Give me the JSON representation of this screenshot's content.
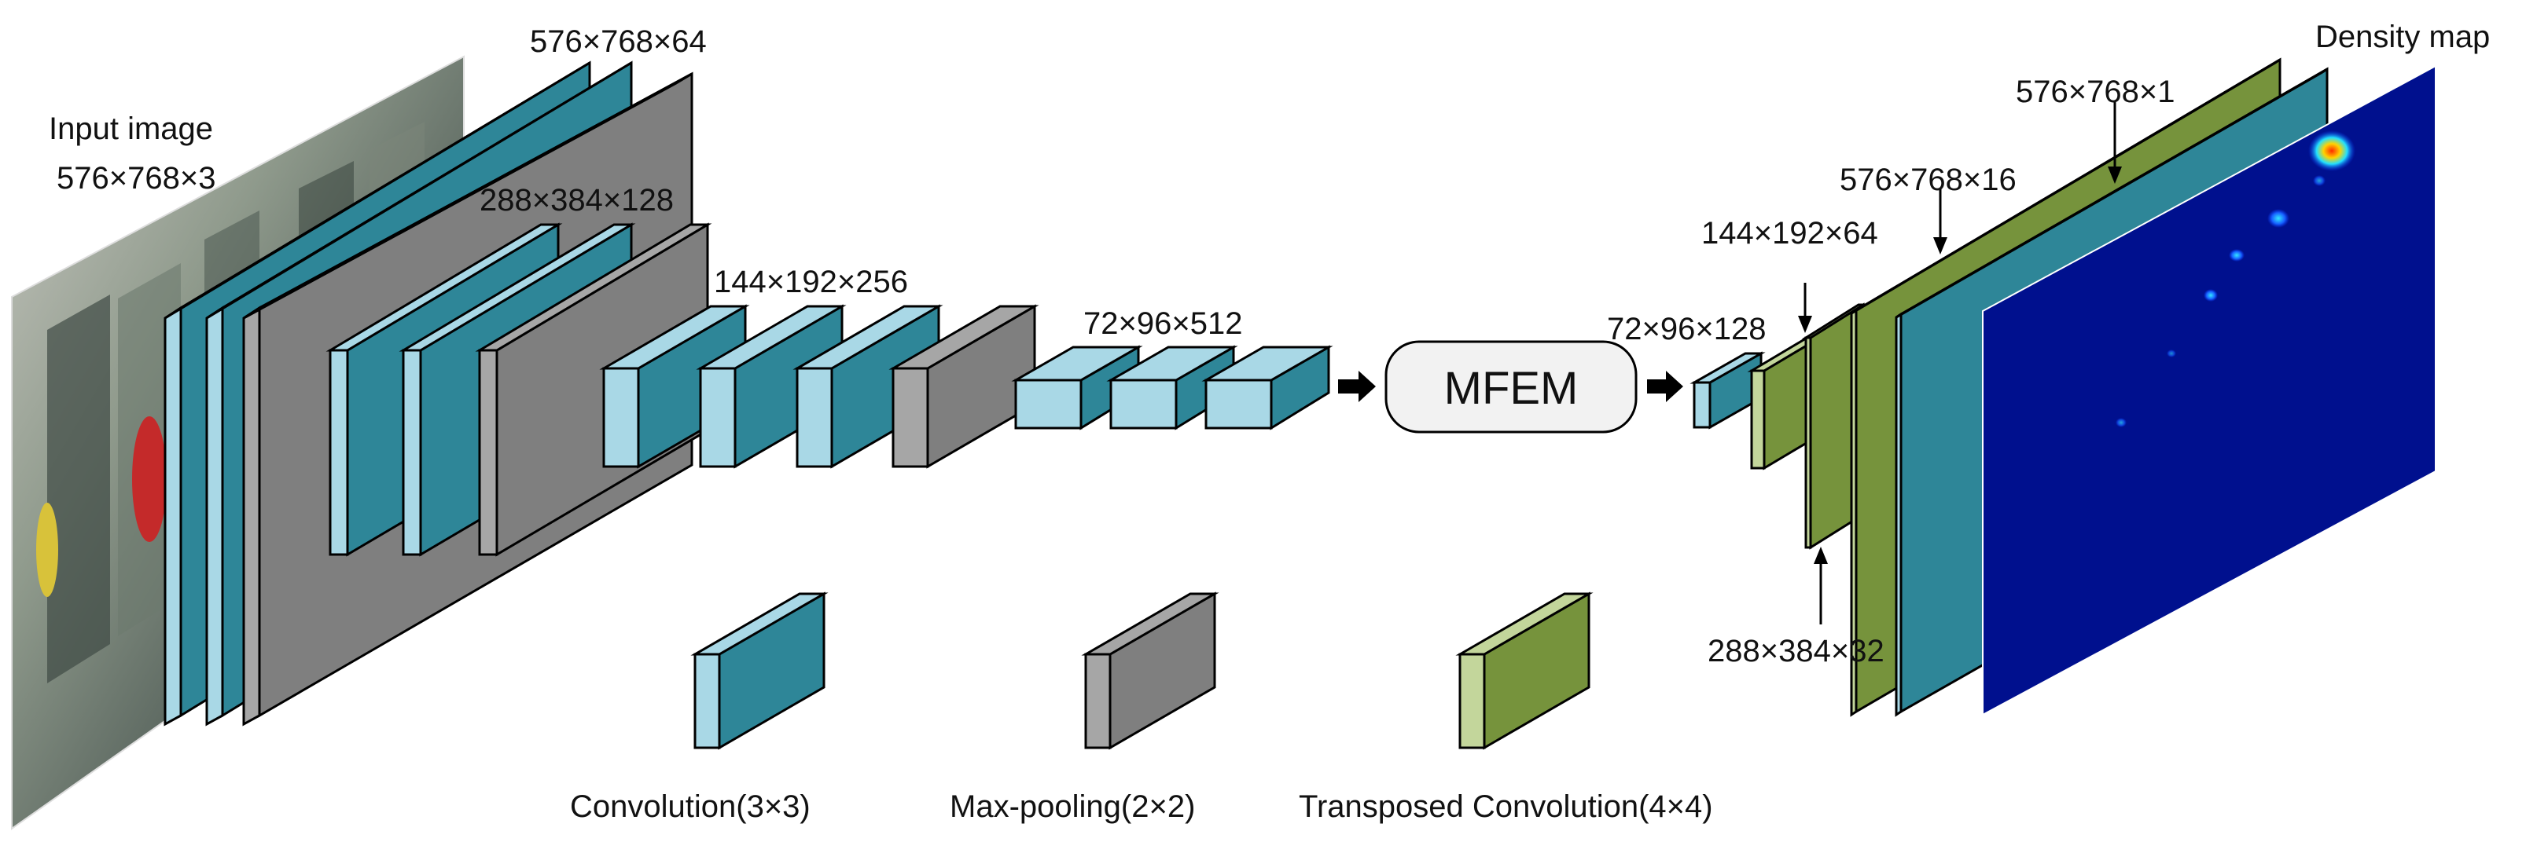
{
  "labels": {
    "input_title": "Input image",
    "input_size": "576×768×3",
    "conv1_size": "576×768×64",
    "conv2_size": "288×384×128",
    "conv3_size": "144×192×256",
    "conv4_size": "72×96×512",
    "mfem": "MFEM",
    "dec_conv_size": "72×96×128",
    "deconv1_size": "144×192×64",
    "deconv2_size": "288×384×32",
    "deconv3_size": "576×768×16",
    "output_size": "576×768×1",
    "output_title": "Density map"
  },
  "legend": {
    "convolution": "Convolution(3×3)",
    "maxpool": "Max-pooling(2×2)",
    "transposed": "Transposed Convolution(4×4)"
  },
  "colors": {
    "conv_front": "#2e8698",
    "conv_side": "#a9d8e6",
    "pool_front": "#7f7f7f",
    "pool_side": "#a6a6a6",
    "deconv_front": "#76933c",
    "deconv_side": "#c3d69b",
    "density_bg": "#00108e",
    "mfem_fill": "#f2f2f2"
  }
}
